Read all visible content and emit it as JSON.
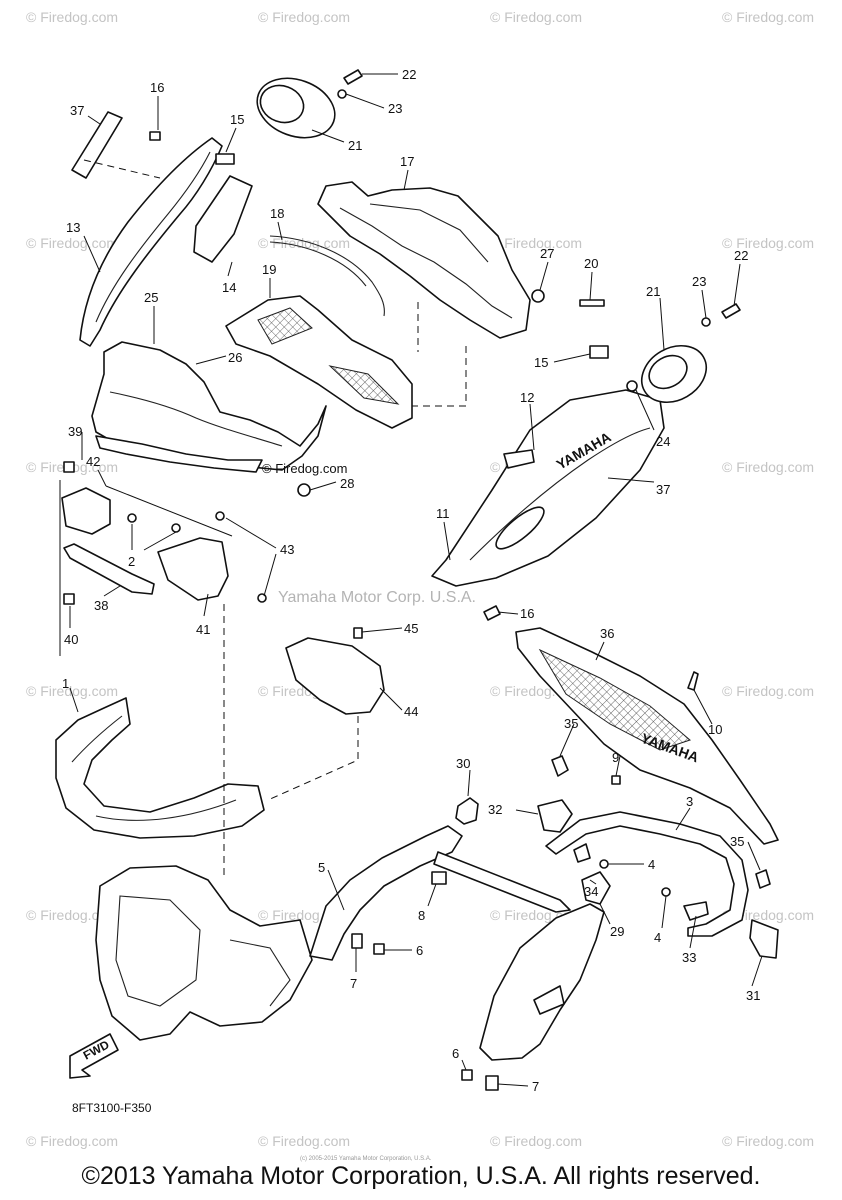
{
  "watermark": "© Firedog.com",
  "credit_watermark": "Yamaha Motor Corp. U.S.A.",
  "diagram_code": "8FT3100-F350",
  "brand_text": "YAMAHA",
  "fwd_label": "FWD",
  "copyright": "©2013 Yamaha Motor Corporation, U.S.A. All rights reserved.",
  "small_print": "(c) 2005-2015 Yamaha Motor Corporation, U.S.A.",
  "callouts": {
    "c1": "1",
    "c2": "2",
    "c3": "3",
    "c4a": "4",
    "c4b": "4",
    "c5": "5",
    "c6a": "6",
    "c6b": "6",
    "c7a": "7",
    "c7b": "7",
    "c8": "8",
    "c9": "9",
    "c10": "10",
    "c11": "11",
    "c12": "12",
    "c13": "13",
    "c14": "14",
    "c15a": "15",
    "c15b": "15",
    "c16a": "16",
    "c16b": "16",
    "c17": "17",
    "c18": "18",
    "c19": "19",
    "c20": "20",
    "c21a": "21",
    "c21b": "21",
    "c22a": "22",
    "c22b": "22",
    "c23a": "23",
    "c23b": "23",
    "c24": "24",
    "c25": "25",
    "c26": "26",
    "c27": "27",
    "c28": "28",
    "c29": "29",
    "c30": "30",
    "c31": "31",
    "c32": "32",
    "c33": "33",
    "c34": "34",
    "c35a": "35",
    "c35b": "35",
    "c36": "36",
    "c37a": "37",
    "c37b": "37",
    "c38": "38",
    "c39": "39",
    "c40": "40",
    "c41": "41",
    "c42": "42",
    "c43": "43",
    "c44": "44",
    "c45": "45"
  }
}
